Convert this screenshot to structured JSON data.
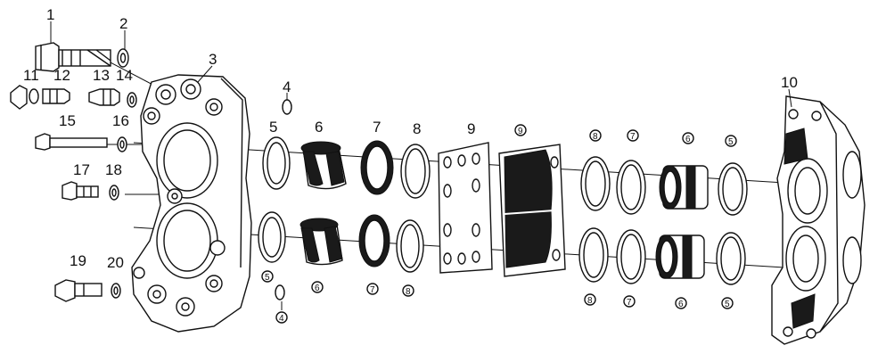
{
  "diagram": {
    "callouts": [
      {
        "id": "c1",
        "text": "1"
      },
      {
        "id": "c2",
        "text": "2"
      },
      {
        "id": "c3",
        "text": "3"
      },
      {
        "id": "c4a",
        "text": "4"
      },
      {
        "id": "c4b",
        "text": "4"
      },
      {
        "id": "c5a",
        "text": "5"
      },
      {
        "id": "c5b",
        "text": "5"
      },
      {
        "id": "c5c",
        "text": "5"
      },
      {
        "id": "c5d",
        "text": "5"
      },
      {
        "id": "c6a",
        "text": "6"
      },
      {
        "id": "c6b",
        "text": "6"
      },
      {
        "id": "c6c",
        "text": "6"
      },
      {
        "id": "c6d",
        "text": "6"
      },
      {
        "id": "c7a",
        "text": "7"
      },
      {
        "id": "c7b",
        "text": "7"
      },
      {
        "id": "c7c",
        "text": "7"
      },
      {
        "id": "c7d",
        "text": "7"
      },
      {
        "id": "c8a",
        "text": "8"
      },
      {
        "id": "c8b",
        "text": "8"
      },
      {
        "id": "c8c",
        "text": "8"
      },
      {
        "id": "c8d",
        "text": "8"
      },
      {
        "id": "c9a",
        "text": "9"
      },
      {
        "id": "c9b",
        "text": "9"
      },
      {
        "id": "c10",
        "text": "10"
      },
      {
        "id": "c11",
        "text": "11"
      },
      {
        "id": "c12",
        "text": "12"
      },
      {
        "id": "c13",
        "text": "13"
      },
      {
        "id": "c14",
        "text": "14"
      },
      {
        "id": "c15",
        "text": "15"
      },
      {
        "id": "c16",
        "text": "16"
      },
      {
        "id": "c17",
        "text": "17"
      },
      {
        "id": "c18",
        "text": "18"
      },
      {
        "id": "c19",
        "text": "19"
      },
      {
        "id": "c20",
        "text": "20"
      }
    ]
  }
}
